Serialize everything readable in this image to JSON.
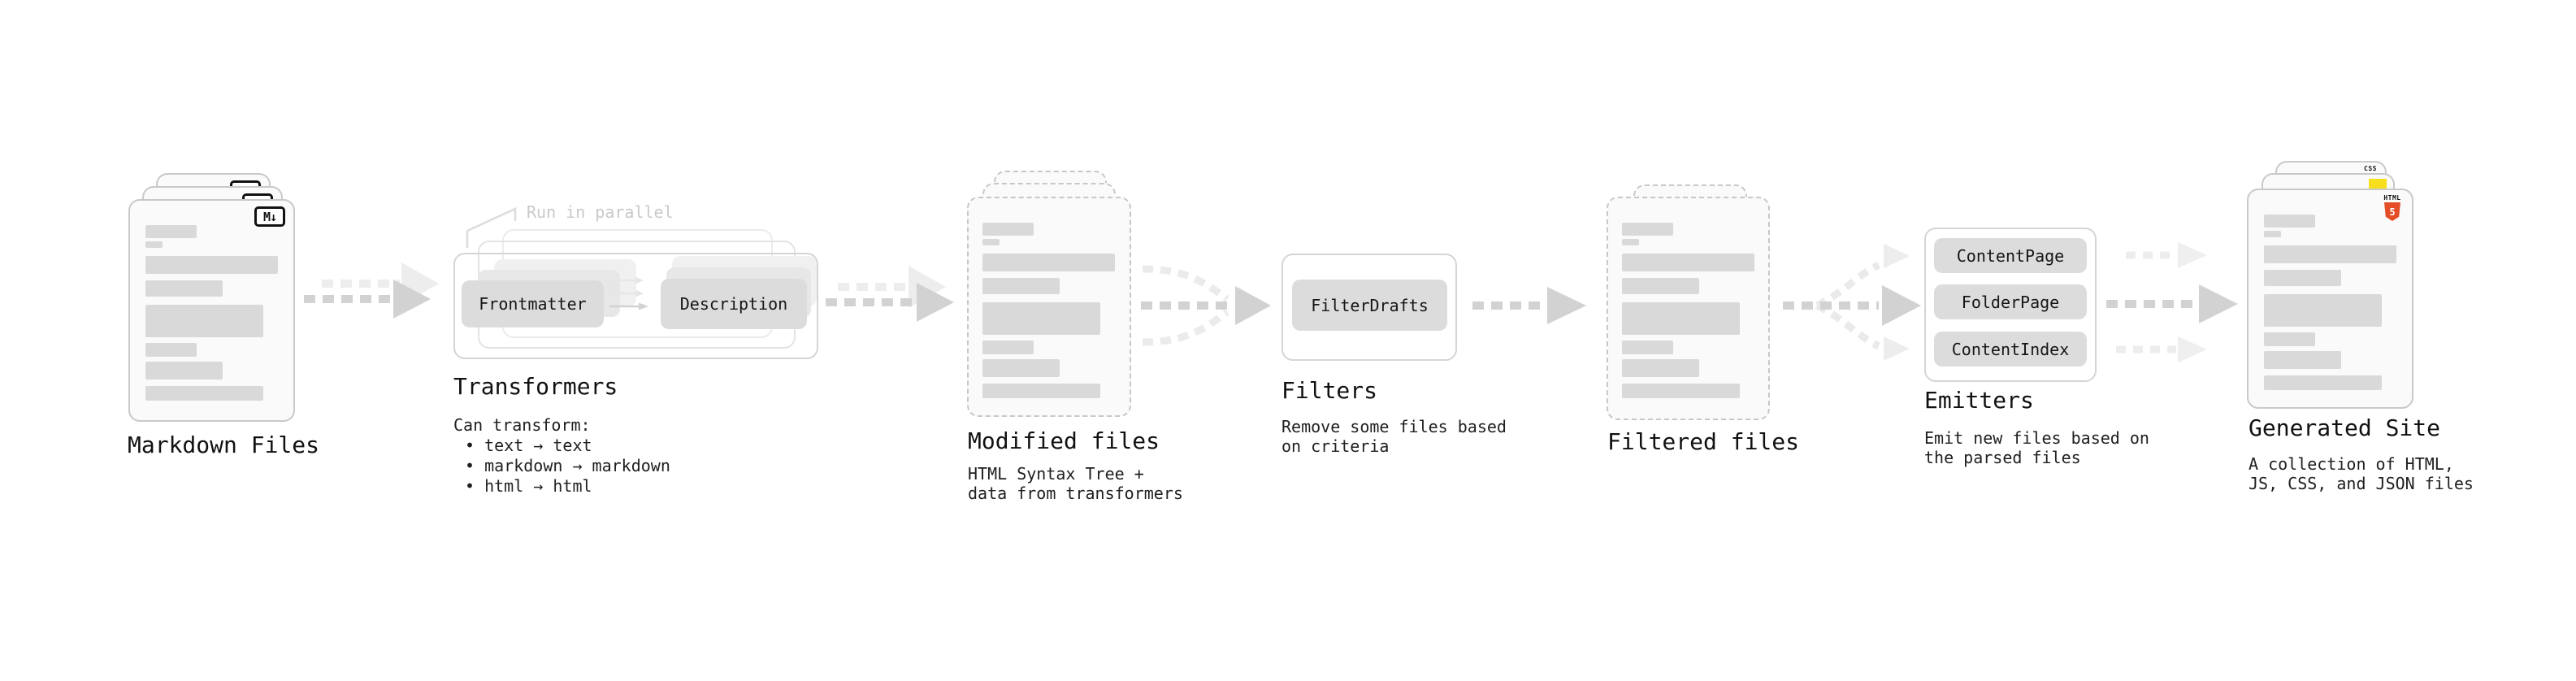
{
  "colors": {
    "html5_orange": "#e44d26",
    "js_yellow": "#f7df1e",
    "css_blue": "#2d66e3",
    "bar_gray": "#d9d9d9",
    "arrow_gray": "#d2d2d2",
    "arrow_light_gray": "#ededed"
  },
  "markdown_files": {
    "label": "Markdown Files",
    "icon_glyph": "M↓"
  },
  "transformers": {
    "label": "Transformers",
    "annotation": "Run in parallel",
    "chips": [
      "Frontmatter",
      "Description"
    ],
    "desc_title": "Can transform:",
    "desc_bullets": [
      "• text → text",
      "• markdown → markdown",
      "• html → html"
    ]
  },
  "modified_files": {
    "label": "Modified files",
    "desc_lines": [
      "HTML Syntax Tree +",
      "data from transformers"
    ]
  },
  "filters": {
    "label": "Filters",
    "chips": [
      "FilterDrafts"
    ],
    "desc_lines": [
      "Remove some files based",
      "on criteria"
    ]
  },
  "filtered_files": {
    "label": "Filtered files"
  },
  "emitters": {
    "label": "Emitters",
    "chips": [
      "ContentPage",
      "FolderPage",
      "ContentIndex"
    ],
    "desc_lines": [
      "Emit new files based on",
      "the parsed files"
    ]
  },
  "generated_site": {
    "label": "Generated Site",
    "desc_lines": [
      "A collection of HTML,",
      "JS, CSS, and JSON files"
    ],
    "css_icon_label": "CSS",
    "html_icon_label": "HTML",
    "html_icon_number": "5"
  }
}
